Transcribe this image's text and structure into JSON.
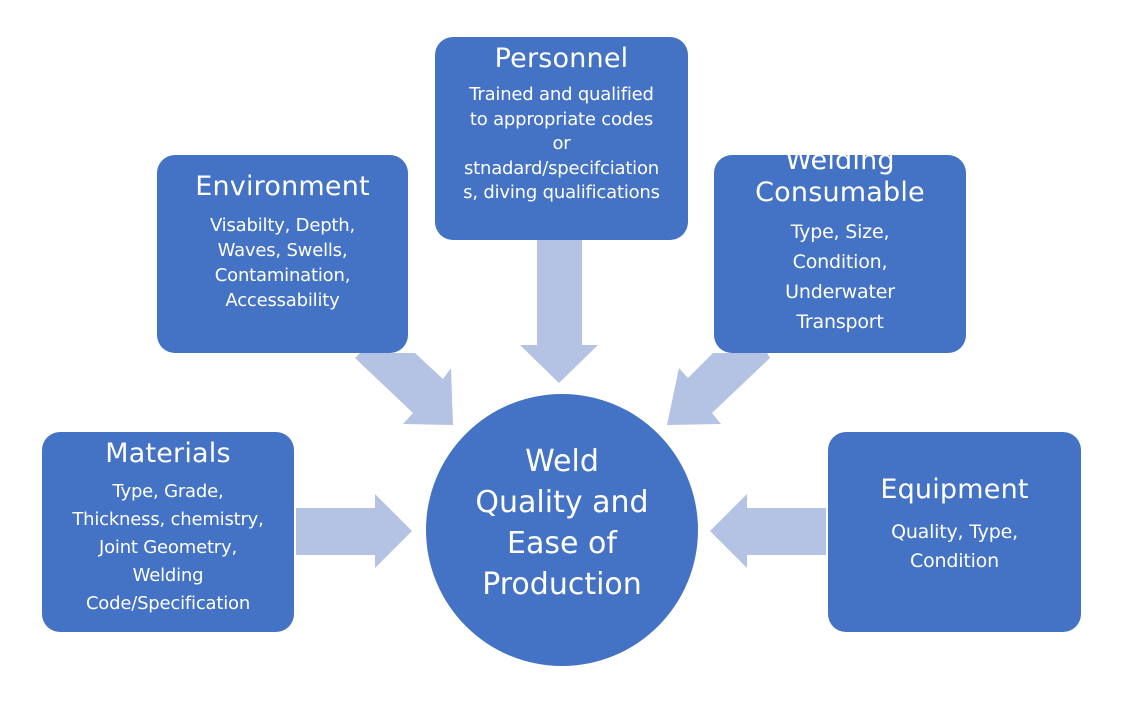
{
  "diagram": {
    "type": "hub-and-spoke",
    "colors": {
      "box_fill": "#4472c4",
      "arrow_fill": "#b4c2e3",
      "text": "#ffffff",
      "background": "#ffffff"
    },
    "hub": {
      "label": "Weld\nQuality and\nEase of\nProduction"
    },
    "factors": {
      "personnel": {
        "title": "Personnel",
        "description": "Trained and qualified\nto appropriate codes\nor\nstnadard/specifciation\ns, diving qualifications"
      },
      "environment": {
        "title": "Environment",
        "description": "Visabilty, Depth,\nWaves, Swells,\nContamination,\nAccessability"
      },
      "welding_consumable": {
        "title": "Welding\nConsumable",
        "description": "Type, Size,\nCondition,\nUnderwater\nTransport"
      },
      "materials": {
        "title": "Materials",
        "description": "Type,  Grade,\nThickness, chemistry,\nJoint Geometry,\nWelding\nCode/Specification"
      },
      "equipment": {
        "title": "Equipment",
        "description": "Quality, Type,\nCondition"
      }
    },
    "arrows": [
      {
        "from": "personnel",
        "to": "hub",
        "direction": "down"
      },
      {
        "from": "environment",
        "to": "hub",
        "direction": "down-right"
      },
      {
        "from": "welding_consumable",
        "to": "hub",
        "direction": "down-left"
      },
      {
        "from": "materials",
        "to": "hub",
        "direction": "right"
      },
      {
        "from": "equipment",
        "to": "hub",
        "direction": "left"
      }
    ]
  }
}
